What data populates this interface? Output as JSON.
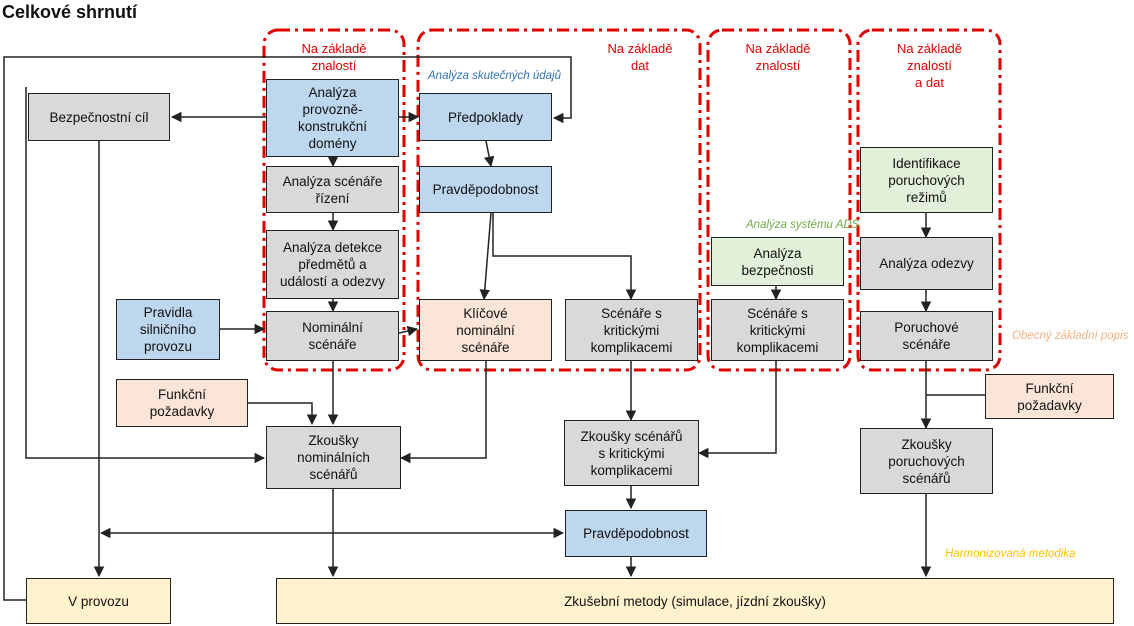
{
  "title": "Celkové shrnutí",
  "groups": {
    "g1": "Na základě\nznalostí",
    "g2": "Na základě\ndat",
    "g3": "Na základě\nznalostí",
    "g4": "Na základě\nznalostí\na dat"
  },
  "notes": {
    "real_data": "Analýza skutečných údajů",
    "ads_system": "Analýza systému ADS",
    "general_description": "Obecný základní popis",
    "harmonized": "Harmonizovaná metodika"
  },
  "nodes": {
    "safety_goal": "Bezpečnostní cíl",
    "odd_analysis": "Analýza\nprovozně-\nkonstrukční\ndomény",
    "scenario_analysis": "Analýza scénáře\nřízení",
    "oedr_analysis": "Analýza detekce\npředmětů a\nudálostí a odezvy",
    "nominal_scenarios": "Nominální\nscénáře",
    "traffic_rules": "Pravidla\nsilničního\nprovozu",
    "functional_req_left": "Funkční\npožadavky",
    "assumptions": "Předpoklady",
    "probability_top": "Pravděpodobnost",
    "key_nominal": "Klíčové\nnominální\nscénáře",
    "critical_scenarios_1": "Scénáře s\nkritickými\nkomplikacemi",
    "safety_analysis": "Analýza\nbezpečnosti",
    "critical_scenarios_2": "Scénáře s\nkritickými\nkomplikacemi",
    "failure_id": "Identifikace\nporuchových\nrežimů",
    "response_analysis": "Analýza odezvy",
    "failure_scenarios": "Poruchové\nscénáře",
    "functional_req_right": "Funkční\npožadavky",
    "nominal_tests": "Zkoušky\nnominálních\nscénářů",
    "critical_tests": "Zkoušky scénářů\ns kritickými\nkomplikacemi",
    "failure_tests": "Zkoušky\nporuchových\nscénářů",
    "probability_bottom": "Pravděpodobnost",
    "in_operation": "V provozu",
    "test_methods": "Zkušební metody (simulace, jízdní zkoušky)"
  },
  "colors": {
    "gray": "#d9d9d9",
    "blue": "#bdd7ee",
    "peach": "#fbe5d6",
    "green": "#e2f0d9",
    "yellow": "#fff2cc",
    "group_border": "#e00000",
    "note_blue": "#2e75b6",
    "note_green": "#70ad47",
    "note_peach": "#f4b183",
    "note_yellow": "#ffc000"
  }
}
